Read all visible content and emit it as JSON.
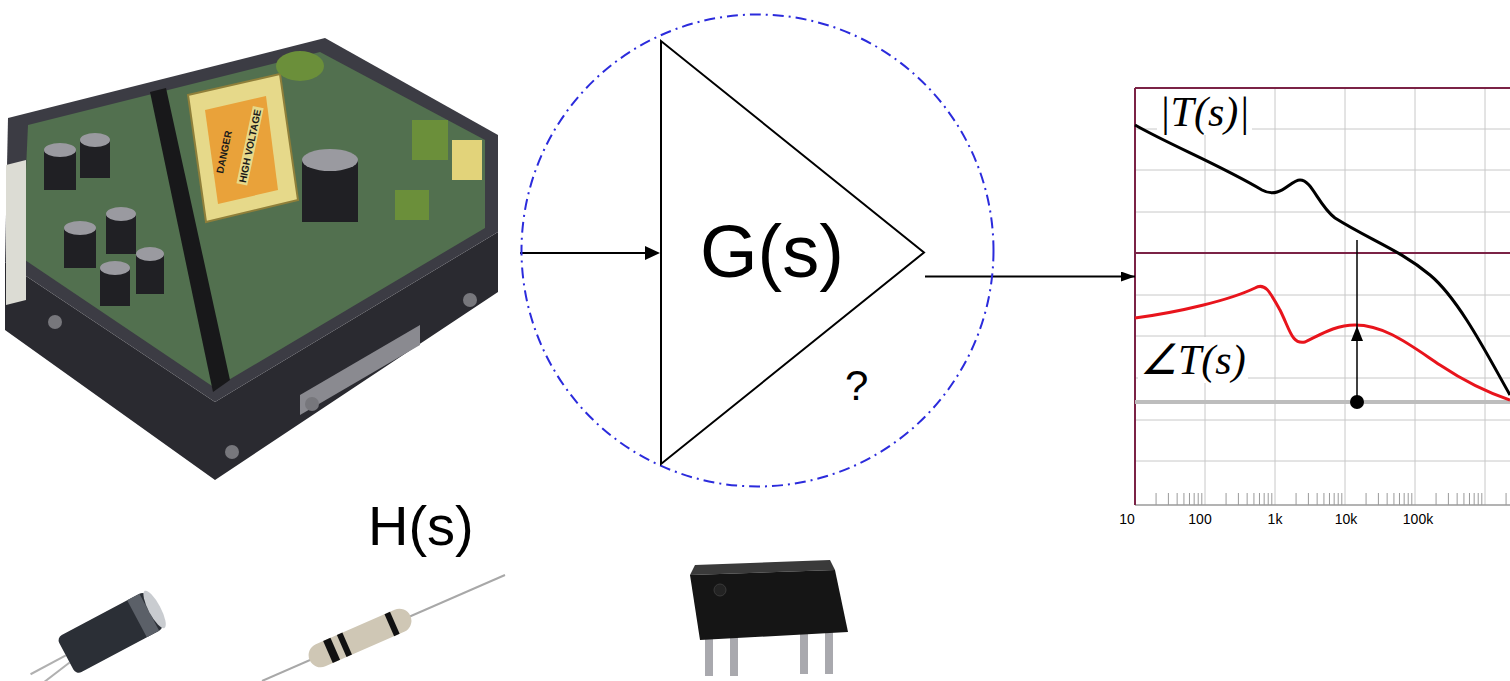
{
  "diagram": {
    "nodes": [
      {
        "text": [
          "?"
        ]
      },
      {
        "text": [
          "G(s)"
        ],
        "in": 0
      },
      {
        "text": [
          "|T(s)|",
          "∠T(s)"
        ]
      }
    ],
    "edges": [
      {
        "from": 1,
        "to": 2,
        "arrow": "to"
      }
    ],
    "labels": [
      "H(s)",
      "DANGER",
      "HIGH VOLTAGE",
      "10",
      "100",
      "1k",
      "10k",
      "100k"
    ]
  }
}
